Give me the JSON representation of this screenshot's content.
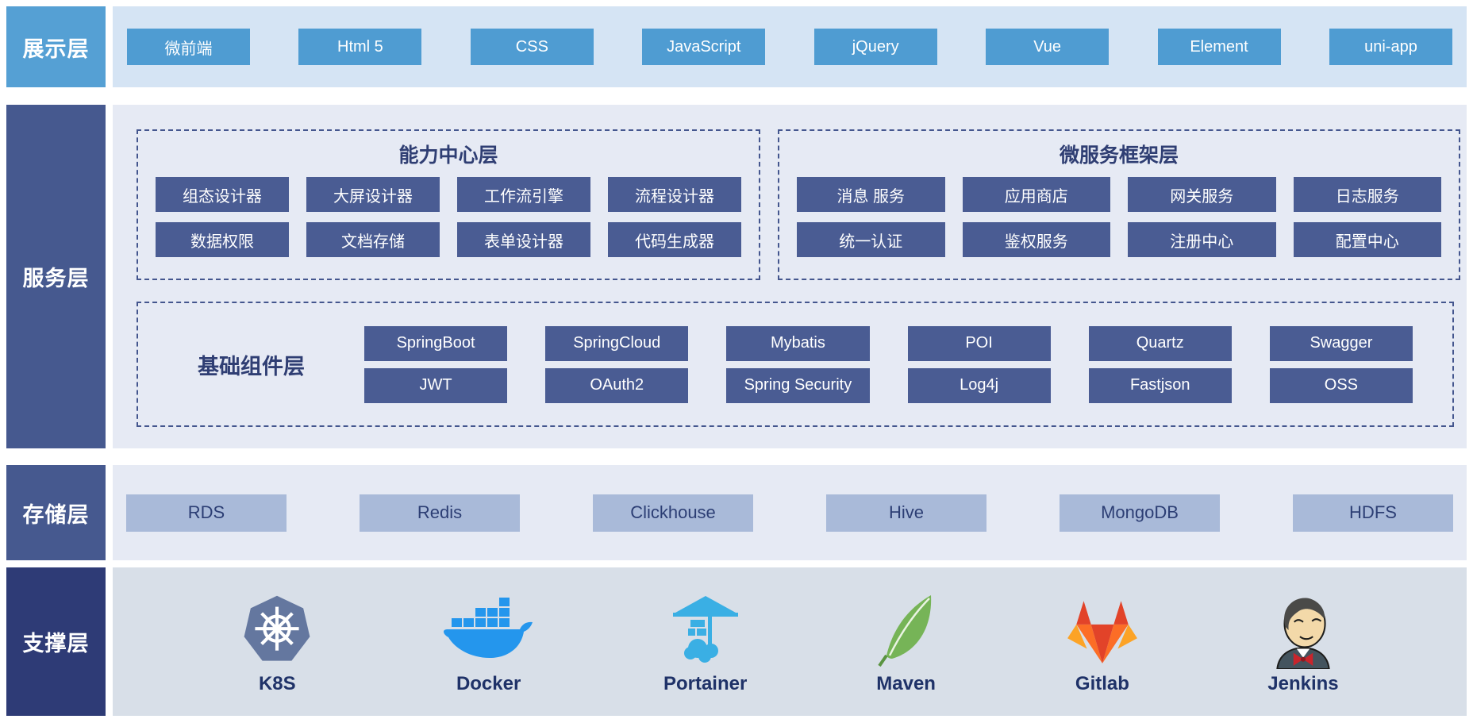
{
  "colors": {
    "presentation_side": "#55A0D4",
    "presentation_chip": "#4F9CD2",
    "presentation_bg": "#D5E4F4",
    "service_side": "#46598F",
    "service_bg": "#E6EAF4",
    "dark_chip": "#4A5C93",
    "group_title_text": "#2F3E73",
    "dashed_border": "#44568E",
    "storage_chip_bg": "#A9BAD9",
    "storage_chip_text": "#2C3E74",
    "support_side": "#2E3B76",
    "support_bg": "#D8DFE8",
    "support_label_text": "#1F3268",
    "kubernetes_blue": "#64779F",
    "docker_blue": "#2496ED",
    "portainer_blue": "#3AAFE4",
    "maven_green": "#76B457",
    "gitlab_red": "#E24329",
    "gitlab_orange": "#FC6D26",
    "gitlab_amber": "#FCA326"
  },
  "layers": {
    "presentation": {
      "label": "展示层",
      "chips": [
        "微前端",
        "Html 5",
        "CSS",
        "JavaScript",
        "jQuery",
        "Vue",
        "Element",
        "uni-app"
      ]
    },
    "service": {
      "label": "服务层",
      "groups": [
        {
          "title": "能力中心层",
          "chips": [
            "组态设计器",
            "大屏设计器",
            "工作流引擎",
            "流程设计器",
            "数据权限",
            "文档存储",
            "表单设计器",
            "代码生成器"
          ]
        },
        {
          "title": "微服务框架层",
          "chips": [
            "消息 服务",
            "应用商店",
            "网关服务",
            "日志服务",
            "统一认证",
            "鉴权服务",
            "注册中心",
            "配置中心"
          ]
        }
      ],
      "base": {
        "title": "基础组件层",
        "chips": [
          "SpringBoot",
          "SpringCloud",
          "Mybatis",
          "POI",
          "Quartz",
          "Swagger",
          "JWT",
          "OAuth2",
          "Spring Security",
          "Log4j",
          "Fastjson",
          "OSS"
        ]
      }
    },
    "storage": {
      "label": "存储层",
      "chips": [
        "RDS",
        "Redis",
        "Clickhouse",
        "Hive",
        "MongoDB",
        "HDFS"
      ]
    },
    "support": {
      "label": "支撑层",
      "items": [
        {
          "name": "K8S",
          "icon": "kubernetes-icon"
        },
        {
          "name": "Docker",
          "icon": "docker-icon"
        },
        {
          "name": "Portainer",
          "icon": "portainer-icon"
        },
        {
          "name": "Maven",
          "icon": "maven-icon"
        },
        {
          "name": "Gitlab",
          "icon": "gitlab-icon"
        },
        {
          "name": "Jenkins",
          "icon": "jenkins-icon"
        }
      ]
    }
  }
}
